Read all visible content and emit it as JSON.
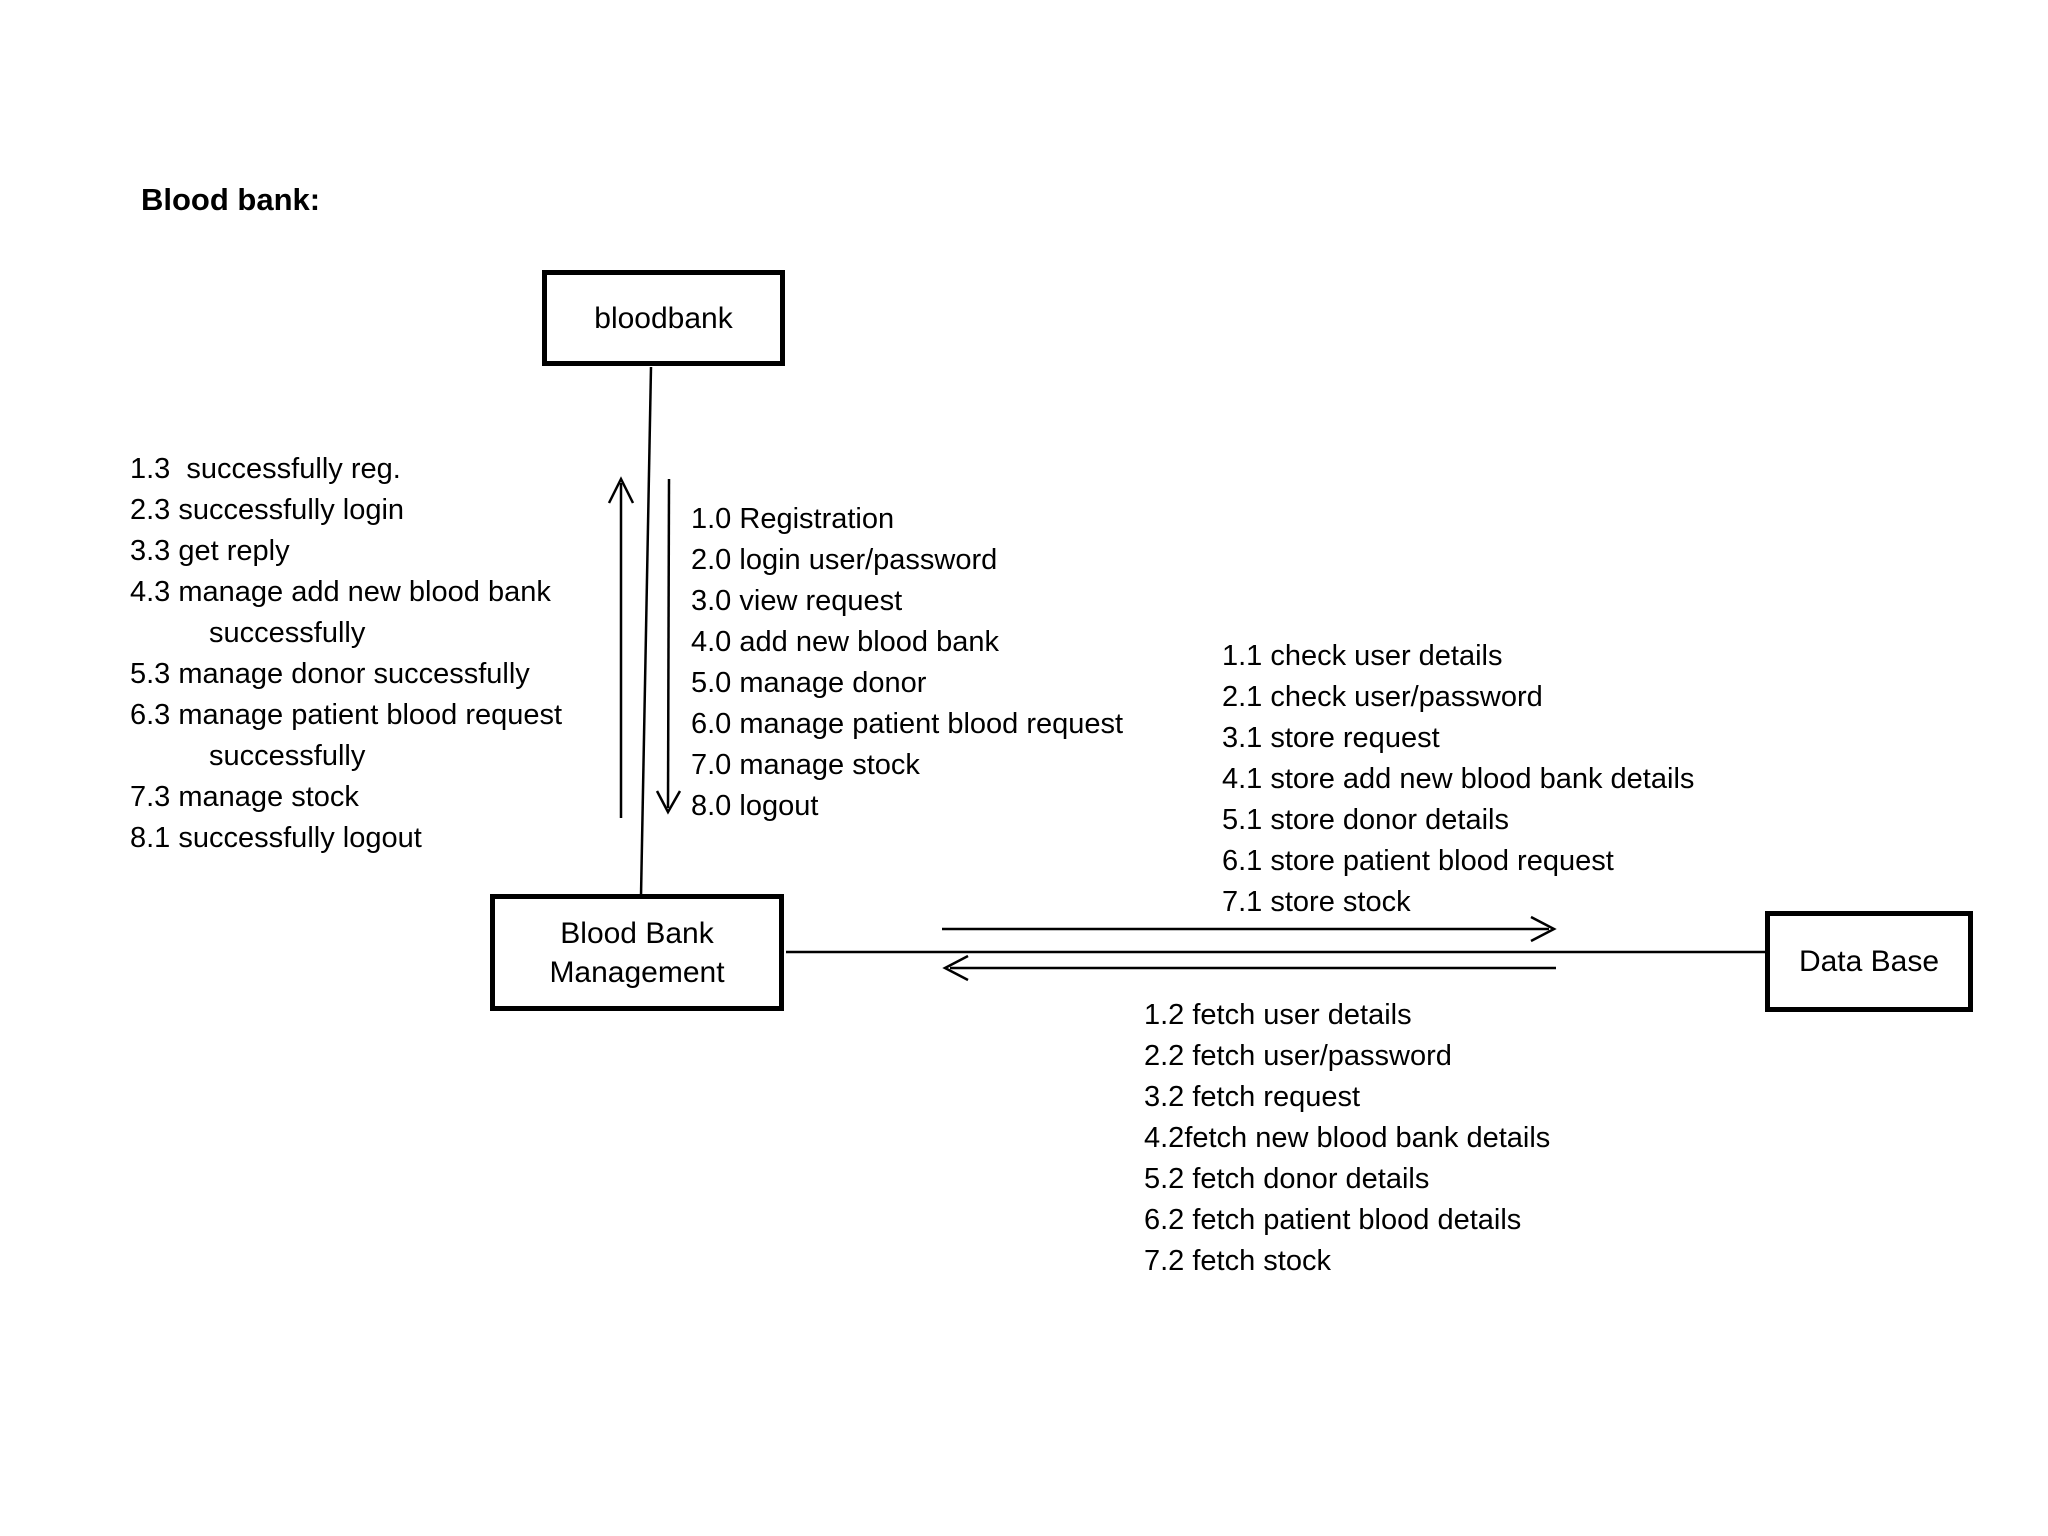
{
  "title": "Blood bank:",
  "nodes": {
    "bloodbank": {
      "label": "bloodbank"
    },
    "management": {
      "label": "Blood Bank Management"
    },
    "database": {
      "label": "Data Base"
    }
  },
  "flows": {
    "replies_to_bloodbank": [
      {
        "text": "1.3  successfully reg.",
        "indent": false
      },
      {
        "text": "2.3 successfully login",
        "indent": false
      },
      {
        "text": "3.3 get reply",
        "indent": false
      },
      {
        "text": "4.3 manage add new blood bank",
        "indent": false
      },
      {
        "text": "successfully",
        "indent": true
      },
      {
        "text": "5.3 manage donor successfully",
        "indent": false
      },
      {
        "text": "6.3 manage patient blood request",
        "indent": false
      },
      {
        "text": "successfully",
        "indent": true
      },
      {
        "text": "7.3 manage stock",
        "indent": false
      },
      {
        "text": "8.1 successfully logout",
        "indent": false
      }
    ],
    "requests_from_bloodbank": [
      {
        "text": "1.0 Registration",
        "indent": false
      },
      {
        "text": "2.0 login user/password",
        "indent": false
      },
      {
        "text": "3.0 view request",
        "indent": false
      },
      {
        "text": "4.0 add new blood bank",
        "indent": false
      },
      {
        "text": "5.0 manage donor",
        "indent": false
      },
      {
        "text": "6.0 manage patient blood request",
        "indent": false
      },
      {
        "text": "7.0 manage stock",
        "indent": false
      },
      {
        "text": "8.0 logout",
        "indent": false
      }
    ],
    "store_to_database": [
      {
        "text": "1.1 check user details",
        "indent": false
      },
      {
        "text": "2.1 check user/password",
        "indent": false
      },
      {
        "text": "3.1 store request",
        "indent": false
      },
      {
        "text": "4.1 store add new blood bank details",
        "indent": false
      },
      {
        "text": "5.1 store donor details",
        "indent": false
      },
      {
        "text": "6.1 store patient blood request",
        "indent": false
      },
      {
        "text": "7.1 store stock",
        "indent": false
      }
    ],
    "fetch_from_database": [
      {
        "text": "1.2 fetch user details",
        "indent": false
      },
      {
        "text": "2.2 fetch user/password",
        "indent": false
      },
      {
        "text": "3.2 fetch request",
        "indent": false
      },
      {
        "text": "4.2fetch new blood bank details",
        "indent": false
      },
      {
        "text": "5.2 fetch donor details",
        "indent": false
      },
      {
        "text": "6.2 fetch patient blood details",
        "indent": false
      },
      {
        "text": "7.2 fetch stock",
        "indent": false
      }
    ]
  },
  "colors": {
    "ink": "#000000",
    "background": "#ffffff"
  }
}
